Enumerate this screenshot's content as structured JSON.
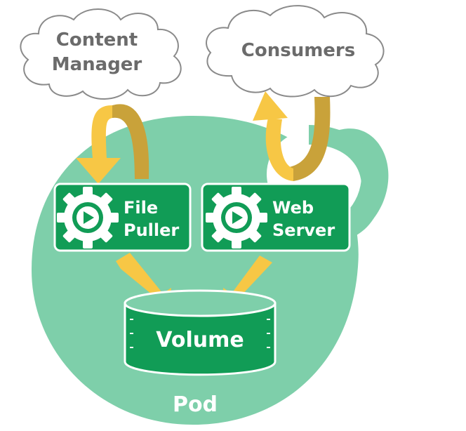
{
  "clouds": {
    "content_manager": {
      "line1": "Content",
      "line2": "Manager"
    },
    "consumers": {
      "label": "Consumers"
    }
  },
  "containers": {
    "file_puller": {
      "line1": "File",
      "line2": "Puller",
      "icon": "gear-play-icon"
    },
    "web_server": {
      "line1": "Web",
      "line2": "Server",
      "icon": "gear-play-icon"
    }
  },
  "volume": {
    "label": "Volume"
  },
  "pod": {
    "label": "Pod"
  },
  "colors": {
    "pod": "#7ecfaa",
    "container": "#119c56",
    "container_border": "#ffffff",
    "arrow": "#f7c745",
    "arrow_dark": "#c9a23a",
    "cloud_stroke": "#8a8a8a",
    "cloud_text": "#6b6b6b",
    "label_white": "#ffffff"
  }
}
